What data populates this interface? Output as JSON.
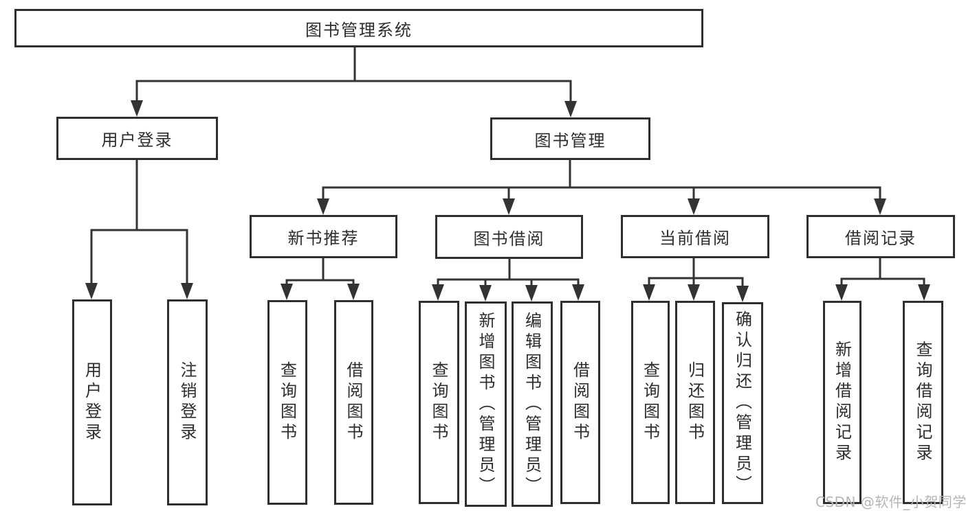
{
  "diagram": {
    "root": {
      "label": "图书管理系统"
    },
    "level2": [
      {
        "label": "用户登录",
        "children": [
          {
            "label": "用户登录"
          },
          {
            "label": "注销登录"
          }
        ]
      },
      {
        "label": "图书管理",
        "children": [
          {
            "label": "新书推荐",
            "children": [
              {
                "label": "查询图书"
              },
              {
                "label": "借阅图书"
              }
            ]
          },
          {
            "label": "图书借阅",
            "children": [
              {
                "label": "查询图书"
              },
              {
                "label": "新增图书（管理员）"
              },
              {
                "label": "编辑图书（管理员）"
              },
              {
                "label": "借阅图书"
              }
            ]
          },
          {
            "label": "当前借阅",
            "children": [
              {
                "label": "查询图书"
              },
              {
                "label": "归还图书"
              },
              {
                "label": "确认归还（管理员）"
              }
            ]
          },
          {
            "label": "借阅记录",
            "children": [
              {
                "label": "新增借阅记录"
              },
              {
                "label": "查询借阅记录"
              }
            ]
          }
        ]
      }
    ]
  },
  "watermark": {
    "text": "CSDN @软件_小贺同学"
  },
  "colors": {
    "line": "#333333",
    "box_border": "#2f2f2f",
    "box_fill": "#ffffff",
    "text": "#2d2d2d",
    "watermark": "#b5b5b5",
    "background": "#ffffff"
  }
}
